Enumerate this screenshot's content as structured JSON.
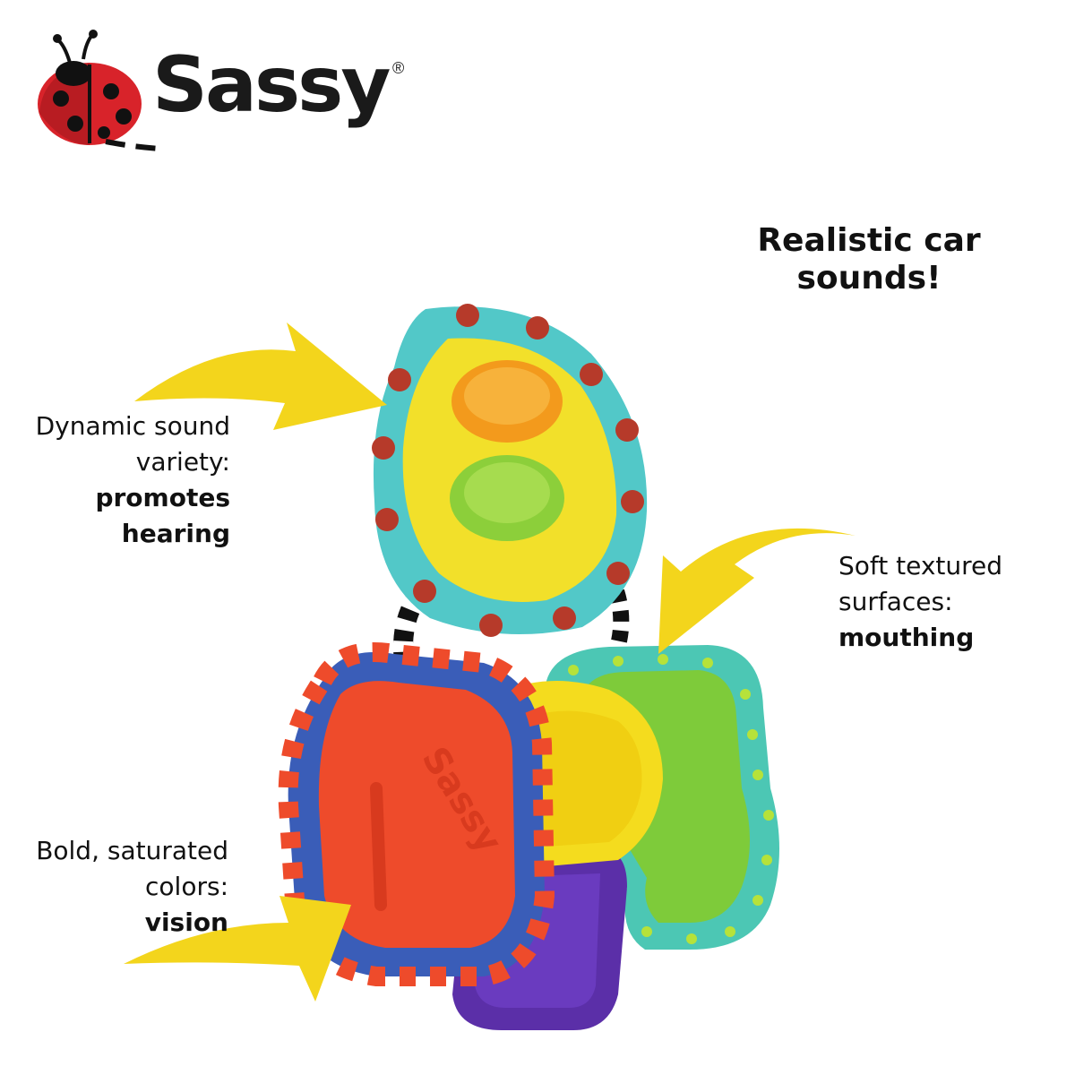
{
  "brand": {
    "name": "Sassy",
    "registered_mark": "®"
  },
  "headline": {
    "line1": "Realistic car",
    "line2": "sounds!"
  },
  "callouts": {
    "sound": {
      "line1": "Dynamic sound",
      "line2": "variety:",
      "benefit1": "promotes",
      "benefit2": "hearing"
    },
    "colors": {
      "line1": "Bold, saturated",
      "line2": "colors:",
      "benefit": "vision"
    },
    "texture": {
      "line1": "Soft textured",
      "line2": "surfaces:",
      "benefit": "mouthing"
    }
  },
  "product": {
    "key_imprint": "Sassy"
  },
  "colors": {
    "arrow": "#f3d51c",
    "ladybug_red": "#d8232a",
    "fob_teal": "#52c8c8",
    "fob_yellow": "#f2e02a",
    "button_orange": "#f39a1c",
    "button_green": "#8ccf3a",
    "key_red": "#ee4b2b",
    "key_blue": "#3a5db8",
    "key_yellow": "#f4dc1e",
    "key_purple": "#5b2fa8",
    "key_green": "#7ecb3a",
    "key_teal": "#4cc7b4"
  }
}
